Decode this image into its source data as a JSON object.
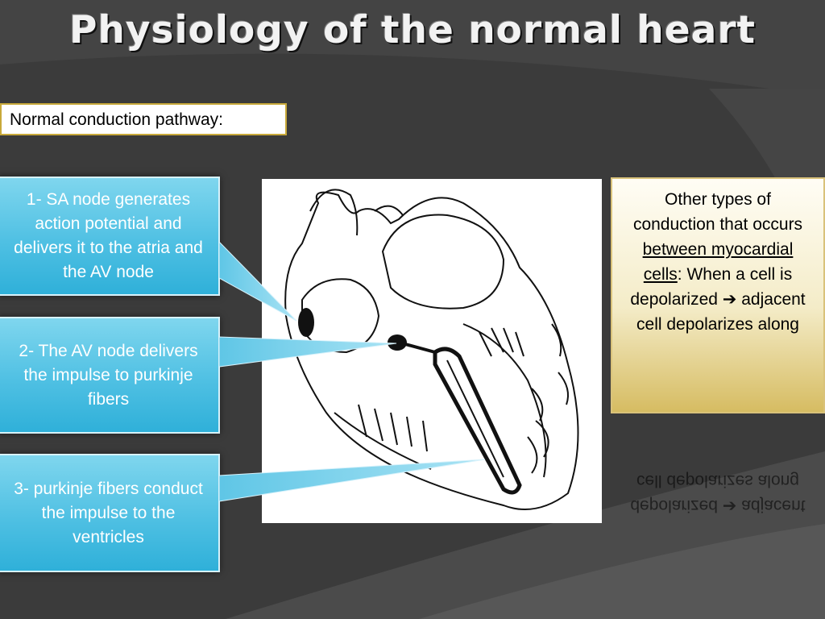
{
  "slide": {
    "title": "Physiology of the normal heart",
    "subtitle": "Normal conduction pathway:"
  },
  "steps": [
    {
      "text": "1- SA node generates action potential and delivers it to the atria and the AV node"
    },
    {
      "text": "2- The AV node delivers the impulse to purkinje fibers"
    },
    {
      "text": "3- purkinje fibers conduct the impulse to the ventricles"
    }
  ],
  "other_box": {
    "line_intro": "Other types of conduction that occurs ",
    "underlined": "between myocardial cells",
    "colon": ":",
    "line2": "When a cell is depolarized",
    "arrow": "➔",
    "line3": "adjacent cell depolarizes along",
    "reflection": "depolarized ➔ adjacent cell depolarizes along"
  },
  "colors": {
    "background": "#3a3a3a",
    "callout_blue": "#4fc0e3",
    "gold_border": "#c8a93a"
  }
}
